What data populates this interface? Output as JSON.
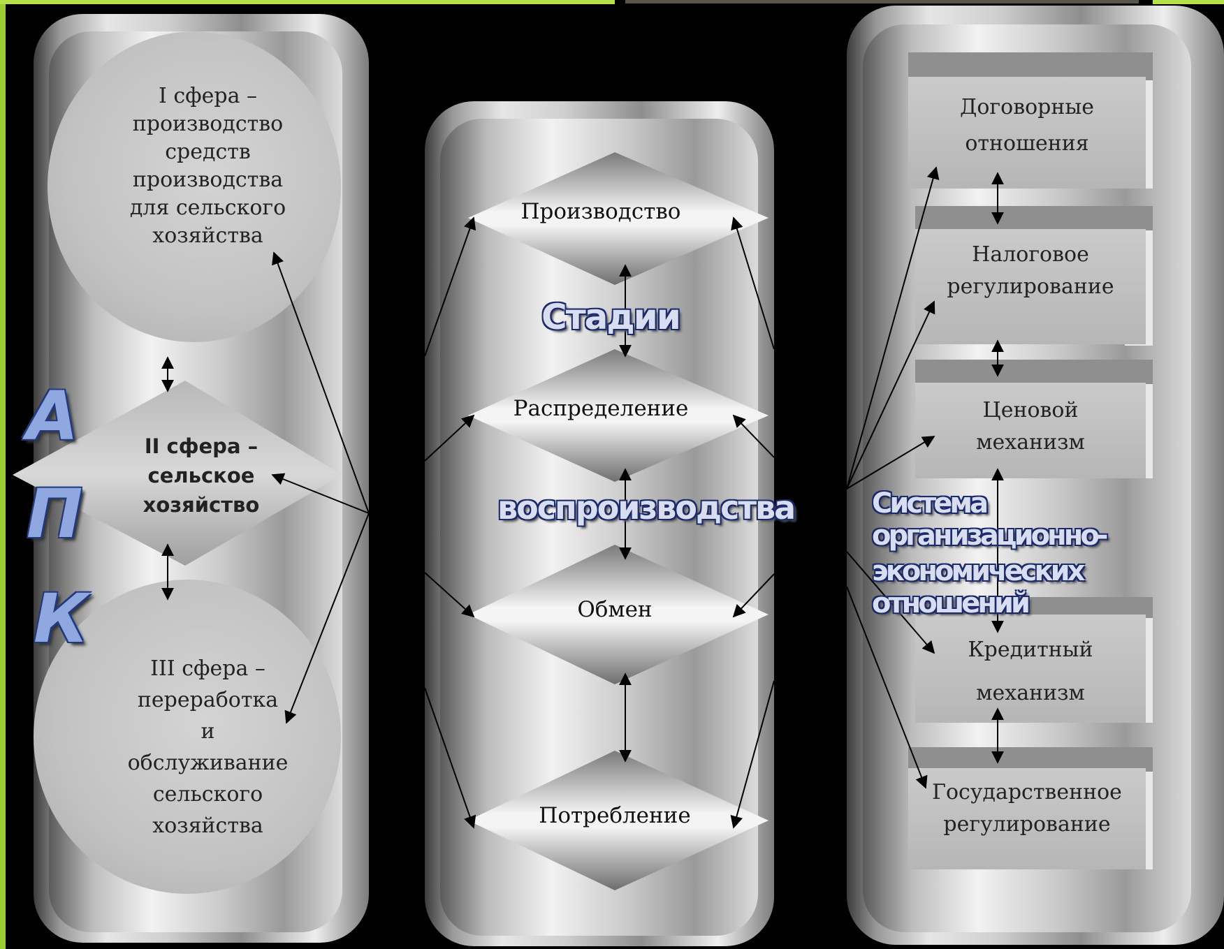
{
  "title": {
    "apk_letters": [
      "А",
      "П",
      "К"
    ],
    "stages_line1": "Стадии",
    "stages_line2": "воспроизводства",
    "system_line1": "Система организационно-",
    "system_line2": "экономических отношений"
  },
  "spheres": {
    "first": "I сфера –\nпроизводство\nсредств\nпроизводства\nдля сельского\nхозяйства",
    "second": "II сфера –\nсельское\nхозяйство",
    "third": "III сфера –\nпереработка\nи\nобслуживание\nсельского\nхозяйства"
  },
  "stages": {
    "production": "Производство",
    "distribution": "Распределение",
    "exchange": "Обмен",
    "consumption": "Потребление"
  },
  "relations": {
    "contractual": "Договорные\nотношения",
    "tax": "Налоговое\nрегулирование",
    "price": "Ценовой\nмеханизм",
    "credit": "Кредитный\nмеханизм",
    "state": "Государственное\nрегулирование"
  },
  "colors": {
    "background": "#000000",
    "frame_accent": "#9acd32",
    "wordart_fill": "#d9ddf0",
    "wordart_outline": "#1a2a6a"
  }
}
